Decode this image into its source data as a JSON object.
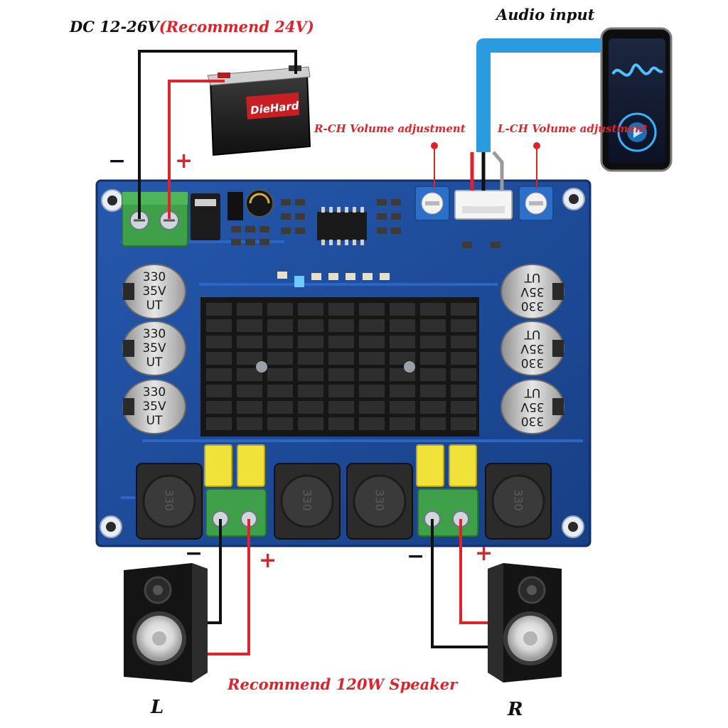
{
  "labels": {
    "power": "DC 12-26V",
    "power_recommend": "(Recommend 24V)",
    "audio_input": "Audio input",
    "r_ch": "R-CH Volume adjustment",
    "l_ch": "L-CH Volume adjustment",
    "speaker_recommend": "Recommend 120W Speaker",
    "left": "L",
    "right": "R"
  },
  "signs": {
    "minus": "−",
    "plus": "+"
  },
  "battery": {
    "brand": "DieHard"
  },
  "capacitor": {
    "line1": "330",
    "line2": "35V",
    "line3": "UT"
  },
  "inductor": {
    "marking": "330"
  },
  "colors": {
    "board": "#1f4e9a",
    "board_dark": "#163d7d",
    "positive_wire": "#e0222a",
    "negative_wire": "#111111",
    "audio_cable": "#2a9be0",
    "terminal": "#3fa04a",
    "heatsink": "#1b1b1b",
    "capacitor": "#c9c9c9",
    "inductor": "#2b2b2b",
    "pot": "#2b6fc9"
  }
}
